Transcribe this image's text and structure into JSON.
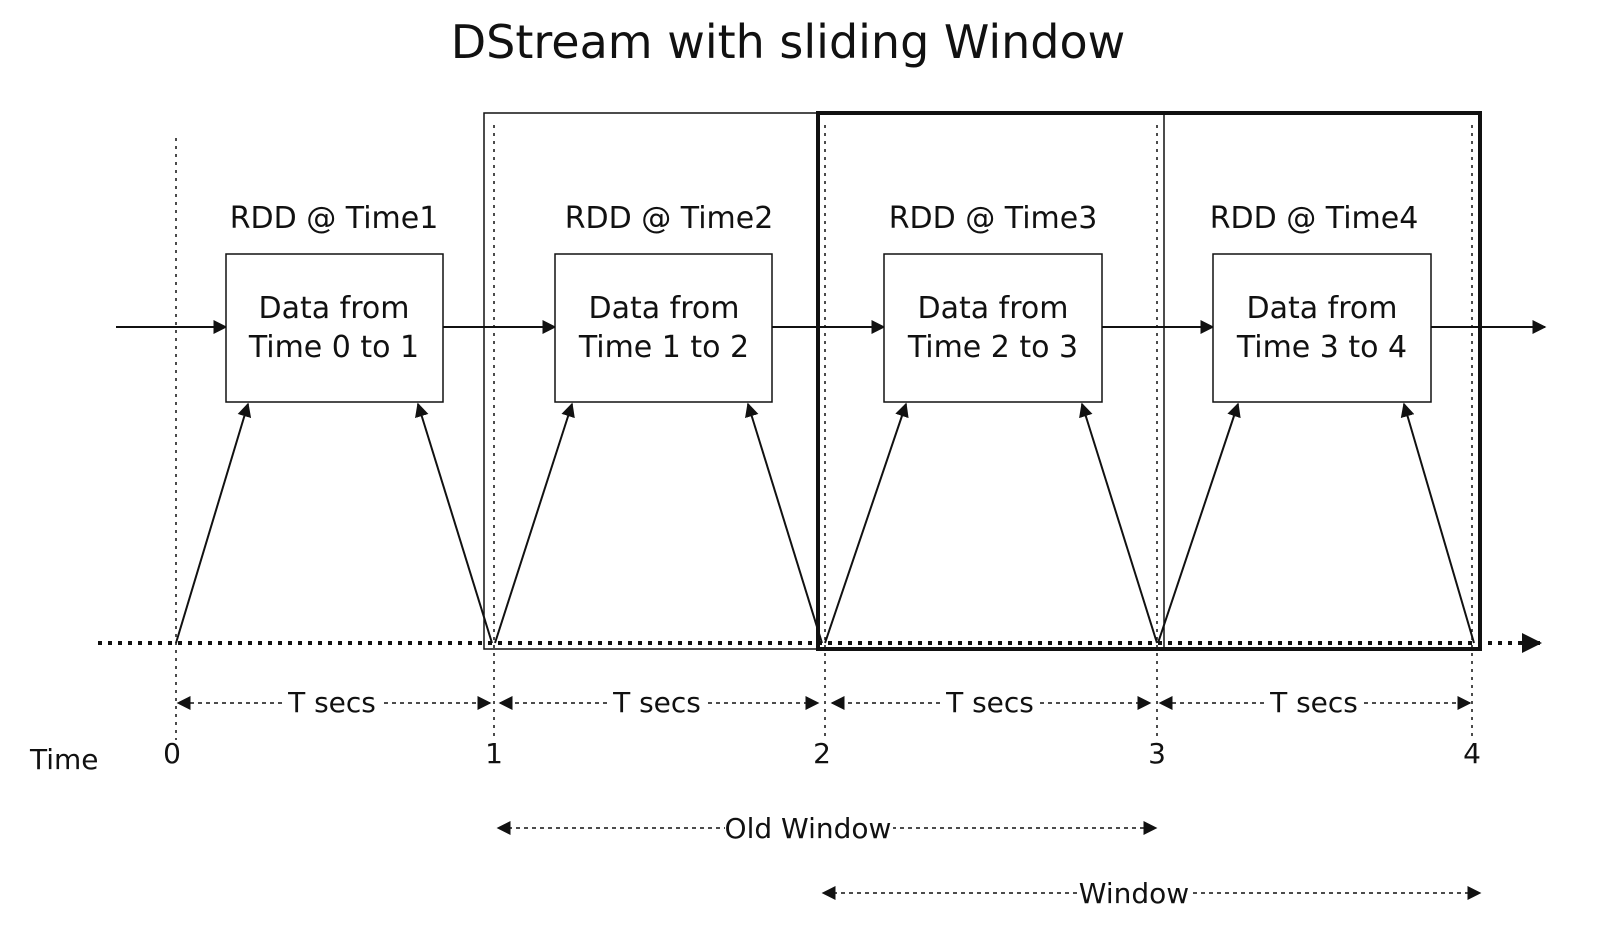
{
  "title": "DStream with sliding Window",
  "rdds": [
    {
      "label": "RDD @ Time1",
      "line1": "Data from",
      "line2": "Time 0 to 1"
    },
    {
      "label": "RDD @ Time2",
      "line1": "Data from",
      "line2": "Time 1 to 2"
    },
    {
      "label": "RDD @ Time3",
      "line1": "Data from",
      "line2": "Time 2 to 3"
    },
    {
      "label": "RDD @ Time4",
      "line1": "Data from",
      "line2": "Time 3 to 4"
    }
  ],
  "interval_label": "T secs",
  "time_axis": {
    "label": "Time",
    "ticks": [
      "0",
      "1",
      "2",
      "3",
      "4"
    ]
  },
  "windows": {
    "old": "Old Window",
    "current": "Window"
  },
  "colors": {
    "ink": "#111111",
    "background": "#ffffff"
  }
}
